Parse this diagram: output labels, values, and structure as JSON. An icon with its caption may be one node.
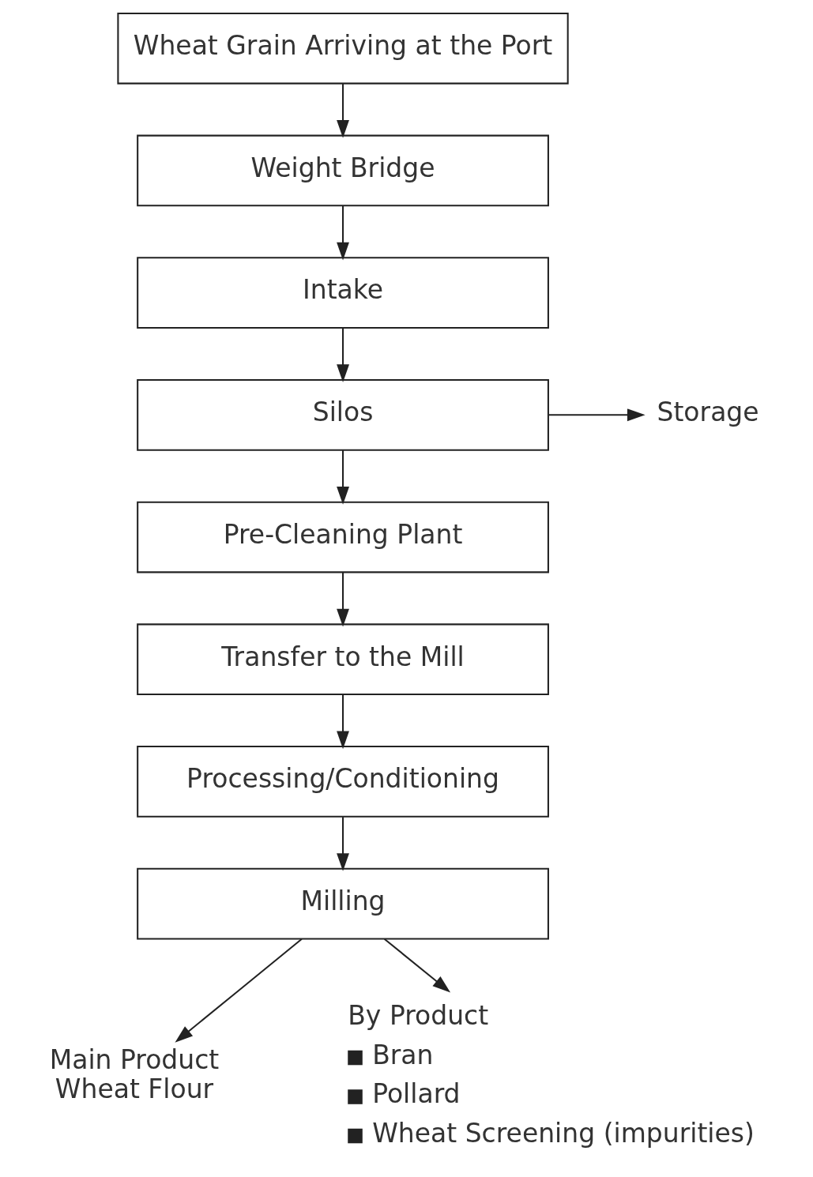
{
  "diagram": {
    "nodes": [
      {
        "text": [
          "Wheat Grain Arriving at the Port"
        ]
      },
      {
        "text": [
          "Weight Bridge"
        ]
      },
      {
        "text": [
          "Intake"
        ]
      },
      {
        "text": [
          "Storage"
        ]
      },
      {
        "text": [
          "Silos"
        ]
      },
      {
        "text": [
          "Pre-Cleaning Plant"
        ]
      },
      {
        "text": [
          "Transfer to the Mill"
        ]
      },
      {
        "text": [
          "Processing/Conditioning"
        ]
      },
      {
        "text": [
          "Milling"
        ]
      },
      {
        "text": [
          "Main Product",
          "Wheat Flour"
        ]
      },
      {
        "text": [
          "By Product",
          "Bran",
          "Pollard",
          "Wheat Screening (impurities)"
        ]
      }
    ],
    "edges": [
      {
        "from": 0,
        "to": 1,
        "arrow": "to"
      },
      {
        "from": 1,
        "to": 2,
        "arrow": "to"
      },
      {
        "from": 2,
        "to": 4,
        "arrow": "to"
      },
      {
        "from": 4,
        "to": 3,
        "arrow": "to"
      },
      {
        "from": 4,
        "to": 5,
        "arrow": "to"
      },
      {
        "from": 5,
        "to": 6,
        "arrow": "to"
      },
      {
        "from": 6,
        "to": 7,
        "arrow": "to"
      },
      {
        "from": 7,
        "to": 8,
        "arrow": "to"
      },
      {
        "from": 8,
        "to": 9,
        "arrow": "to"
      },
      {
        "from": 8,
        "to": 10,
        "arrow": "to"
      }
    ]
  }
}
